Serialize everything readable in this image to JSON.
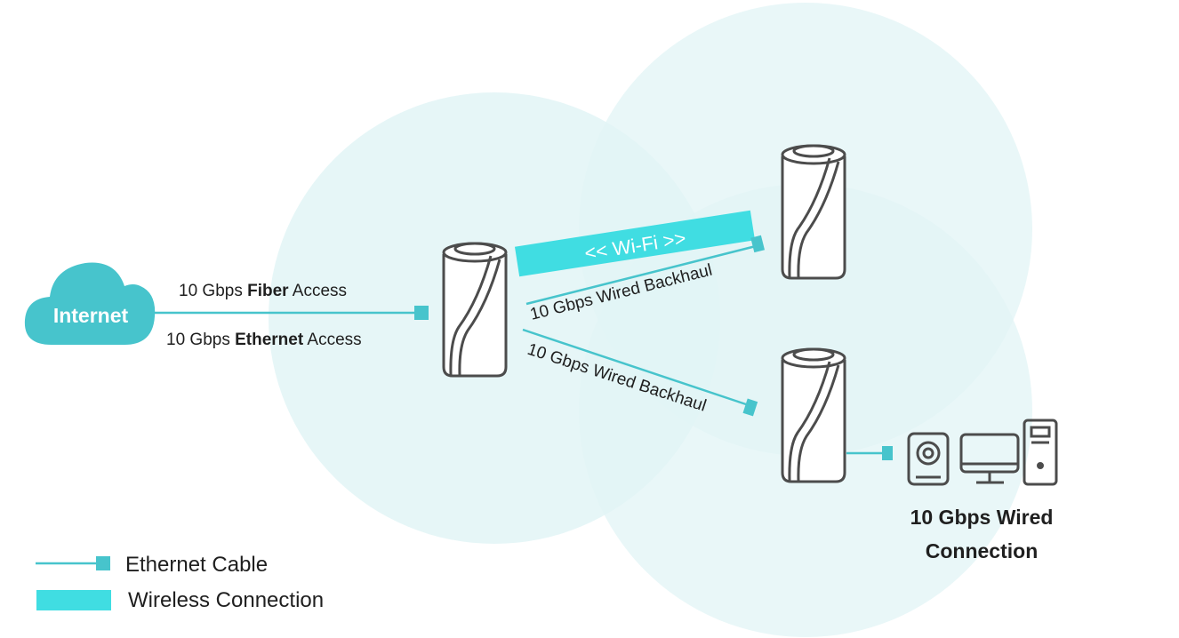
{
  "internet": {
    "label": "Internet"
  },
  "access": {
    "fiber": {
      "prefix": "10 Gbps ",
      "strong": "Fiber",
      "suffix": " Access"
    },
    "ethernet": {
      "prefix": "10 Gbps ",
      "strong": "Ethernet",
      "suffix": " Access"
    }
  },
  "wifi": {
    "label": "<< Wi-Fi >>"
  },
  "backhaul": {
    "top_label": "10 Gbps Wired Backhaul",
    "bottom_label": "10 Gbps Wired Backhaul"
  },
  "wired_connection": {
    "line1": "10 Gbps Wired",
    "line2": "Connection"
  },
  "legend": {
    "ethernet_label": "Ethernet Cable",
    "wireless_label": "Wireless Connection"
  },
  "colors": {
    "accent": "#47c4cc",
    "wifi_band": "#40dde2",
    "coverage": "#e2f4f6",
    "device_outline": "#4c4c4c",
    "text": "#1f1f1f"
  },
  "icons": {
    "cloud": "cloud-icon",
    "router": "mesh-router-icon",
    "webcam": "webcam-icon",
    "monitor": "monitor-icon",
    "pc_tower": "pc-tower-icon"
  }
}
